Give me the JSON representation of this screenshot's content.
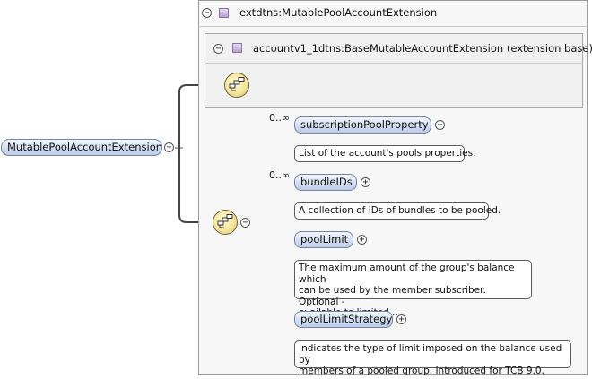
{
  "root": {
    "label": "MutablePoolAccountExtension"
  },
  "extension": {
    "outer_title": "extdtns:MutablePoolAccountExtension",
    "inner_title": "accountv1_1dtns:BaseMutableAccountExtension (extension base)"
  },
  "elements": [
    {
      "name": "subscriptionPoolProperty",
      "cardinality": "0..∞",
      "doc": "List of the account's pools properties."
    },
    {
      "name": "bundleIDs",
      "cardinality": "0..∞",
      "doc": "A collection of IDs of bundles to be pooled."
    },
    {
      "name": "poolLimit",
      "cardinality": "",
      "doc_lines": [
        "The maximum amount of the group's balance which",
        "can be used by the member subscriber. Optional -",
        "available to limited..."
      ]
    },
    {
      "name": "poolLimitStrategy",
      "cardinality": "",
      "doc_lines": [
        "Indicates the type of limit imposed on the balance used by",
        "members of a pooled group. Introduced for TCB 9.0."
      ]
    }
  ],
  "toggles": {
    "collapse": "−",
    "expand": "+"
  }
}
